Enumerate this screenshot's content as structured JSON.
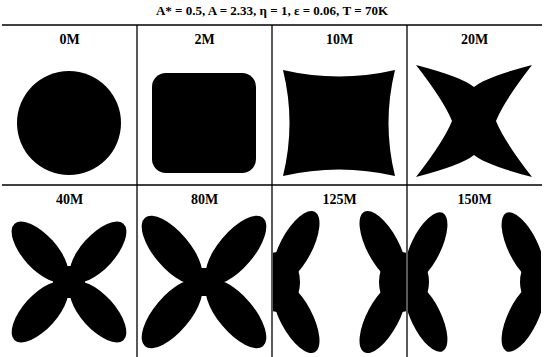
{
  "diagram": {
    "title": "A* = 0.5, A = 2.33, η = 1, ε = 0.06, T = 70K",
    "labels": [
      "0M",
      "2M",
      "10M",
      "20M",
      "40M",
      "80M",
      "125M",
      "150M"
    ]
  }
}
